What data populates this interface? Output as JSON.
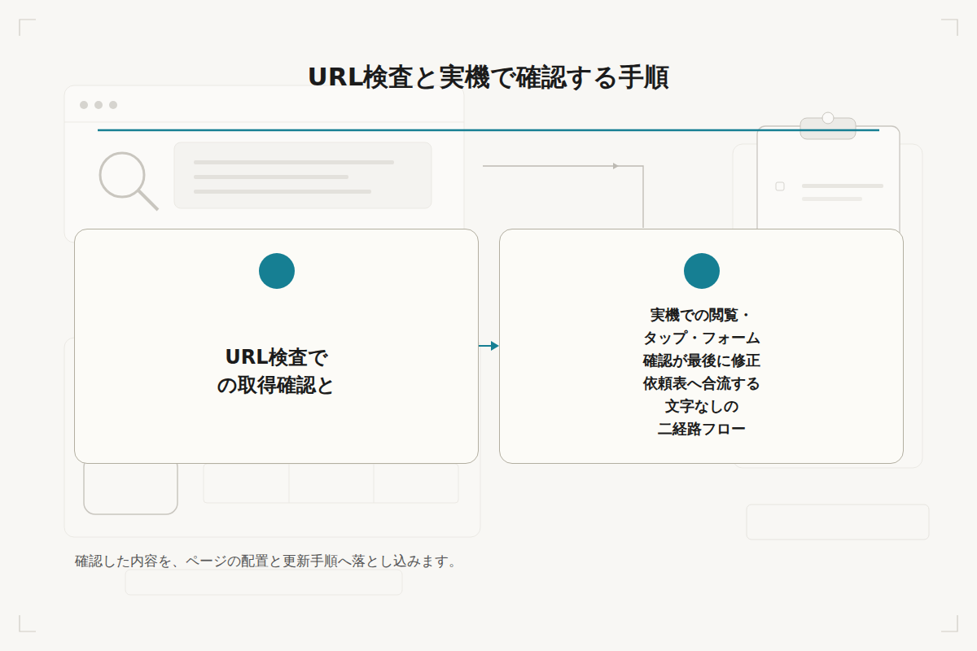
{
  "diagram": {
    "title": "URL検査と実機で確認する手順",
    "caption": "確認した内容を、ページの配置と更新手順へ落とし込みます。",
    "nodes": [
      {
        "text": [
          "URL検査で の取得確認と"
        ]
      },
      {
        "text": [
          "実機での閲覧・ タップ・フォーム 確認が最後に修正 依頼表へ合流する 文字なしの 二経路フロー"
        ]
      }
    ],
    "edges": [
      {
        "from": 0,
        "to": 1,
        "arrow": "to"
      }
    ]
  }
}
